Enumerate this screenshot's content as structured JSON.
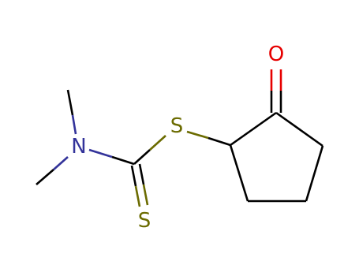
{
  "molecule": {
    "atoms": {
      "nitrogen": "N",
      "sulfur_thioether": "S",
      "sulfur_thione": "S",
      "oxygen": "O"
    },
    "colors": {
      "bond": "#000000",
      "nitrogen": "#33339a",
      "sulfur": "#6b6b00",
      "oxygen": "#e60000",
      "background": "#ffffff"
    }
  }
}
